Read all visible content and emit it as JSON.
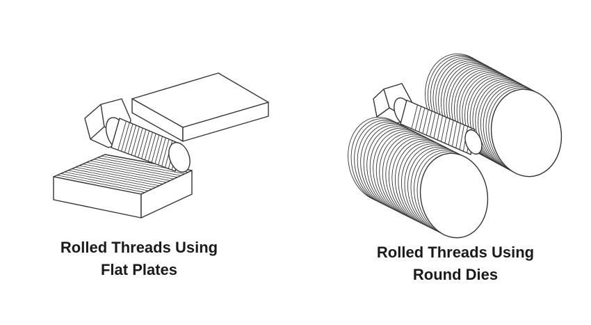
{
  "captions": {
    "flat_plates": {
      "line1": "Rolled Threads Using",
      "line2": "Flat Plates"
    },
    "round_dies": {
      "line1": "Rolled Threads Using",
      "line2": "Round Dies"
    }
  },
  "colors": {
    "stroke": "#333333",
    "fill": "#ffffff",
    "text": "#1a1a1a"
  },
  "icons": {
    "flat_plates_illustration": "bolt-between-flat-plates",
    "round_dies_illustration": "bolt-between-round-dies"
  }
}
